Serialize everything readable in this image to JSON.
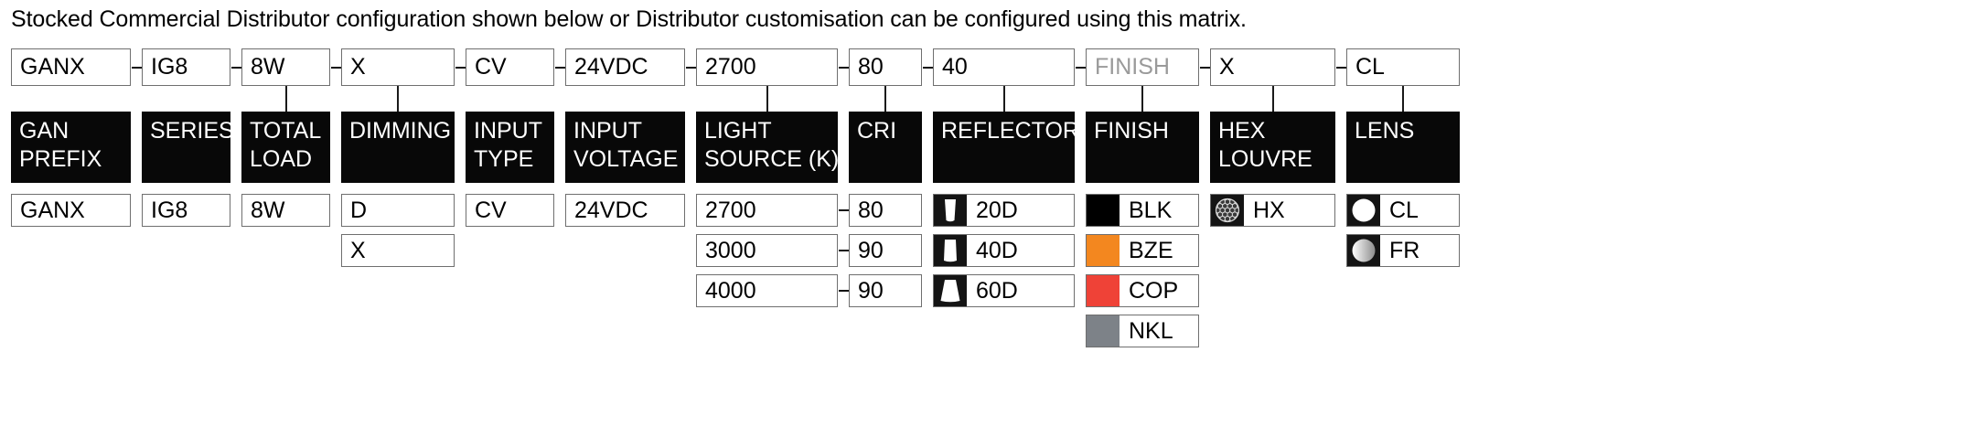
{
  "intro": "Stocked Commercial Distributor configuration shown below or Distributor customisation can be configured using this matrix.",
  "separator": "–",
  "colors": {
    "blk": "#000000",
    "bze": "#F3871F",
    "cop": "#EF4237",
    "nkl": "#7D8288",
    "header_bg": "#080808",
    "box_border": "#6f6f6f",
    "placeholder_text": "#9a9a9a"
  },
  "columns": [
    {
      "key": "gan_prefix",
      "code": "GANX",
      "code_placeholder": false,
      "header": [
        "GAN",
        "PREFIX"
      ],
      "connector": false,
      "width": 131,
      "options": [
        {
          "label": "GANX",
          "kind": "text"
        }
      ]
    },
    {
      "key": "series",
      "code": "IG8",
      "code_placeholder": false,
      "header": [
        "SERIES"
      ],
      "connector": false,
      "width": 97,
      "options": [
        {
          "label": "IG8",
          "kind": "text"
        }
      ]
    },
    {
      "key": "total_load",
      "code": "8W",
      "code_placeholder": false,
      "header": [
        "TOTAL",
        "LOAD"
      ],
      "connector": true,
      "width": 97,
      "options": [
        {
          "label": "8W",
          "kind": "text"
        }
      ]
    },
    {
      "key": "dimming",
      "code": "X",
      "code_placeholder": false,
      "header": [
        "DIMMING"
      ],
      "connector": true,
      "width": 124,
      "options": [
        {
          "label": "D",
          "kind": "text"
        },
        {
          "label": "X",
          "kind": "text"
        }
      ]
    },
    {
      "key": "input_type",
      "code": "CV",
      "code_placeholder": false,
      "header": [
        "INPUT",
        "TYPE"
      ],
      "connector": false,
      "width": 97,
      "options": [
        {
          "label": "CV",
          "kind": "text"
        }
      ]
    },
    {
      "key": "input_voltage",
      "code": "24VDC",
      "code_placeholder": false,
      "header": [
        "INPUT",
        "VOLTAGE"
      ],
      "connector": false,
      "width": 131,
      "options": [
        {
          "label": "24VDC",
          "kind": "text"
        }
      ]
    },
    {
      "key": "light_source",
      "code": "2700",
      "code_placeholder": false,
      "header": [
        "LIGHT",
        "SOURCE (K)"
      ],
      "connector": true,
      "width": 155,
      "options": [
        {
          "label": "2700",
          "kind": "text"
        },
        {
          "label": "3000",
          "kind": "text"
        },
        {
          "label": "4000",
          "kind": "text"
        }
      ]
    },
    {
      "key": "cri",
      "code": "80",
      "code_placeholder": false,
      "header": [
        "CRI"
      ],
      "connector": true,
      "width": 80,
      "options": [
        {
          "label": "80",
          "kind": "text"
        },
        {
          "label": "90",
          "kind": "text"
        },
        {
          "label": "90",
          "kind": "text"
        }
      ]
    },
    {
      "key": "reflector",
      "code": "40",
      "code_placeholder": false,
      "header": [
        "REFLECTOR"
      ],
      "connector": true,
      "width": 155,
      "options": [
        {
          "label": "20D",
          "kind": "beam",
          "icon": "beam-cone-20-icon",
          "beam_deg": 20
        },
        {
          "label": "40D",
          "kind": "beam",
          "icon": "beam-cone-40-icon",
          "beam_deg": 40
        },
        {
          "label": "60D",
          "kind": "beam",
          "icon": "beam-cone-60-icon",
          "beam_deg": 60
        }
      ]
    },
    {
      "key": "finish",
      "code": "FINISH",
      "code_placeholder": true,
      "header": [
        "FINISH"
      ],
      "connector": true,
      "width": 124,
      "options": [
        {
          "label": "BLK",
          "kind": "color",
          "icon": "finish-swatch-blk-icon",
          "swatch": "#000000"
        },
        {
          "label": "BZE",
          "kind": "color",
          "icon": "finish-swatch-bze-icon",
          "swatch": "#F3871F"
        },
        {
          "label": "COP",
          "kind": "color",
          "icon": "finish-swatch-cop-icon",
          "swatch": "#EF4237"
        },
        {
          "label": "NKL",
          "kind": "color",
          "icon": "finish-swatch-nkl-icon",
          "swatch": "#7D8288"
        }
      ]
    },
    {
      "key": "hex_louvre",
      "code": "X",
      "code_placeholder": false,
      "header": [
        "HEX",
        "LOUVRE"
      ],
      "connector": true,
      "width": 137,
      "options": [
        {
          "label": "HX",
          "kind": "honeycomb",
          "icon": "honeycomb-icon"
        }
      ]
    },
    {
      "key": "lens",
      "code": "CL",
      "code_placeholder": false,
      "header": [
        "LENS"
      ],
      "connector": true,
      "width": 124,
      "options": [
        {
          "label": "CL",
          "kind": "lens-clear",
          "icon": "lens-clear-icon"
        },
        {
          "label": "FR",
          "kind": "lens-frosted",
          "icon": "lens-frosted-icon"
        }
      ]
    }
  ]
}
